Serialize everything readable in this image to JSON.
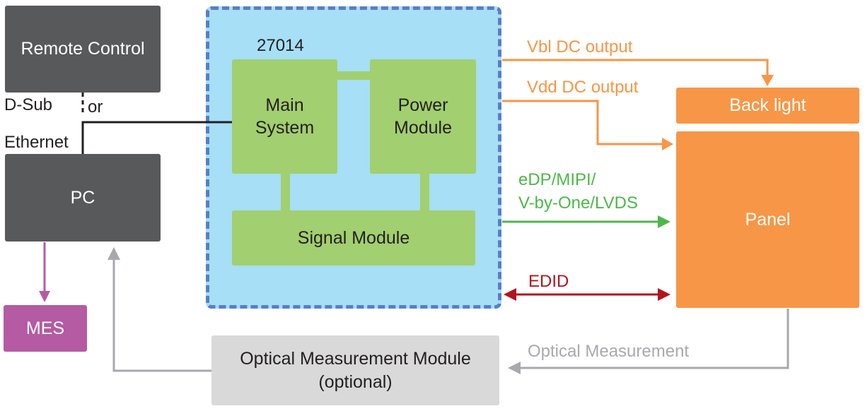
{
  "device": {
    "model": "27014"
  },
  "nodes": {
    "remote_control": "Remote Control",
    "pc": "PC",
    "mes": "MES",
    "main_system": "Main System",
    "power_module": "Power Module",
    "signal_module": "Signal Module",
    "back_light": "Back light",
    "panel": "Panel",
    "optical_module": {
      "line1": "Optical Measurement Module",
      "line2": "(optional)"
    }
  },
  "connections": {
    "dsub": "D-Sub",
    "or": "or",
    "ethernet": "Ethernet",
    "vbl": "Vbl DC output",
    "vdd": "Vdd DC output",
    "signal_line1": "eDP/MIPI/",
    "signal_line2": "V-by-One/LVDS",
    "edid": "EDID",
    "optical_measurement": "Optical Measurement"
  },
  "colors": {
    "dark_box": "#58595b",
    "green_module": "#a2cf6f",
    "device_bg": "#a6dff6",
    "device_border": "#5b7ec3",
    "orange": "#f79646",
    "green_arrow": "#4cb848",
    "edid_red": "#b2151f",
    "grey_arrow": "#a7a9ac",
    "mes_purple": "#b45ba3"
  }
}
